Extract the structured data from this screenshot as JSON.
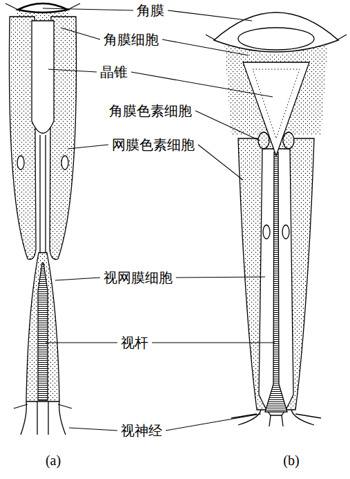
{
  "diagram": {
    "labels": [
      "角膜",
      "角膜细胞",
      "晶锥",
      "角膜色素细胞",
      "网膜色素细胞",
      "视网膜细胞",
      "视杆",
      "视神经",
      "(a)",
      "(b)"
    ]
  }
}
